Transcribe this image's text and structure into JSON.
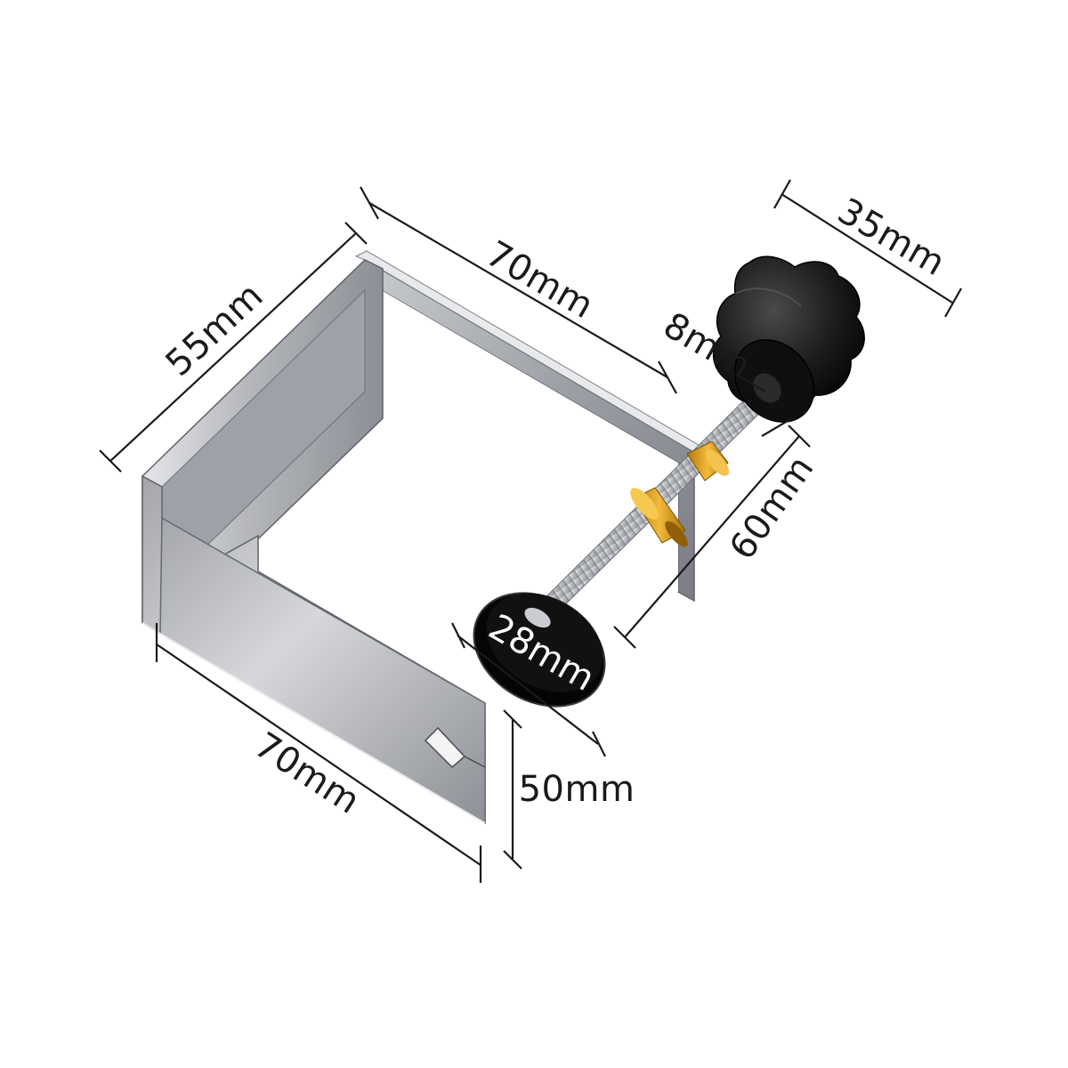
{
  "dimensions": {
    "top_width": "70mm",
    "height_55": "55mm",
    "knob_width": "35mm",
    "thread_8": "8mm",
    "screw_60": "60mm",
    "pad_28": "28mm",
    "bottom_width": "70mm",
    "gap_50": "50mm"
  },
  "colors": {
    "metal_light": "#d9dadd",
    "metal_mid": "#a9abb0",
    "metal_dark": "#6d7076",
    "knob": "#161616",
    "brass": "#e0a21a",
    "line": "#1a1a1a"
  },
  "icons": {
    "clamp": "u-bracket-clamp-icon",
    "knob": "star-knob-icon",
    "pad": "pressure-pad-icon"
  }
}
